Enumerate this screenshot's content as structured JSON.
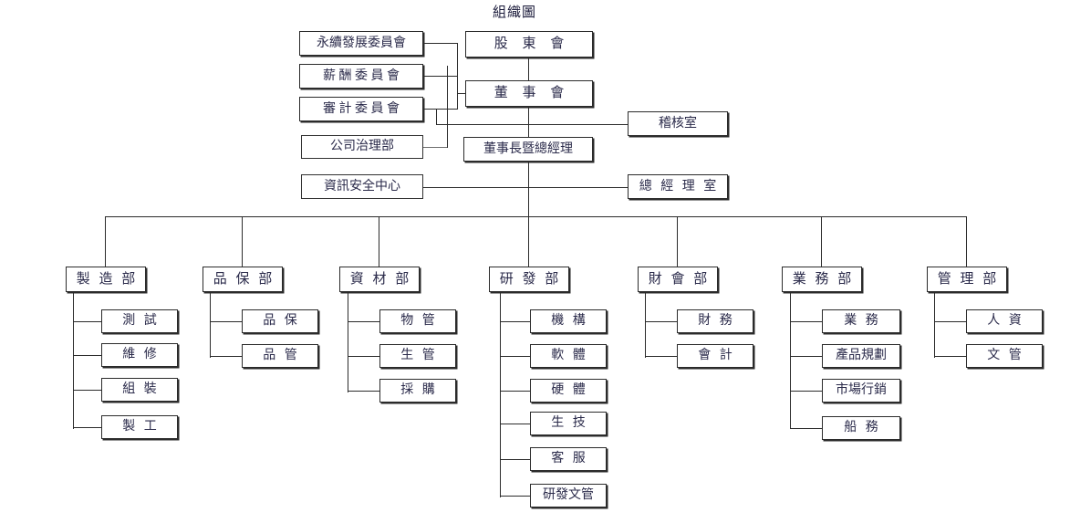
{
  "title": "組織圖",
  "top": {
    "shareholders": "股 東 會",
    "board": "董 事 會",
    "chairman_president": "董事長暨總經理",
    "audit_office": "稽核室",
    "president_office": "總 經 理 室"
  },
  "committees": [
    {
      "label": "永續發展委員會"
    },
    {
      "label": "薪 酬 委 員 會"
    },
    {
      "label": "審 計 委 員 會"
    }
  ],
  "staff": [
    {
      "label": "公司治理部"
    },
    {
      "label": "資訊安全中心"
    }
  ],
  "departments": [
    {
      "label": "製 造 部",
      "children": [
        "測 試",
        "維 修",
        "組 裝",
        "製 工"
      ]
    },
    {
      "label": "品 保 部",
      "children": [
        "品 保",
        "品 管"
      ]
    },
    {
      "label": "資 材 部",
      "children": [
        "物 管",
        "生 管",
        "採 購"
      ]
    },
    {
      "label": "研 發 部",
      "children": [
        "機 構",
        "軟 體",
        "硬 體",
        "生 技",
        "客 服",
        "研發文管"
      ]
    },
    {
      "label": "財 會 部",
      "children": [
        "財 務",
        "會 計"
      ]
    },
    {
      "label": "業 務 部",
      "children": [
        "業 務",
        "產品規劃",
        "市場行銷",
        "船 務"
      ]
    },
    {
      "label": "管 理 部",
      "children": [
        "人 資",
        "文 管"
      ]
    }
  ],
  "colors": {
    "line": "#2b2b2b",
    "text": "#2a2a4a",
    "background": "#ffffff"
  }
}
